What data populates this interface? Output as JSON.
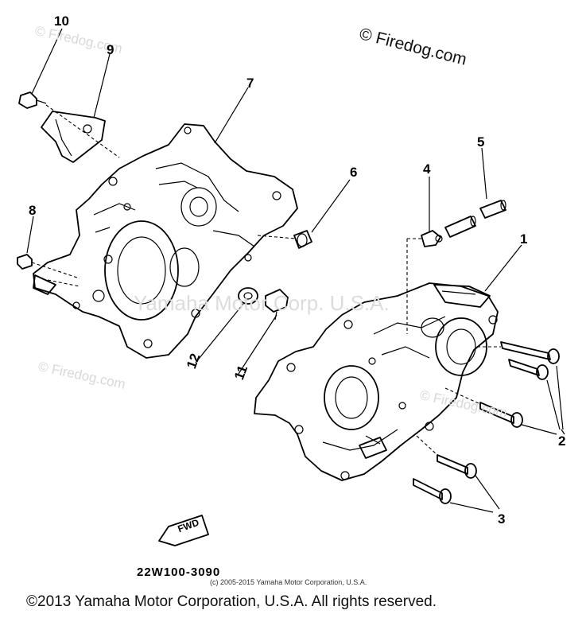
{
  "watermarks": {
    "firedog_main": "© Firedog.com",
    "firedog_faint_1": "© Firedog.com",
    "firedog_faint_2": "© Firedog.com",
    "firedog_faint_3": "© Firedog.com",
    "yamaha_center": "Yamaha Motor Corp. U.S.A."
  },
  "callouts": {
    "c1": "1",
    "c2": "2",
    "c3": "3",
    "c4": "4",
    "c5": "5",
    "c6": "6",
    "c7": "7",
    "c8": "8",
    "c9": "9",
    "c10": "10",
    "c11": "11",
    "c12": "12"
  },
  "fwd_label": "FWD",
  "diagram_number": "22W100-3090",
  "small_copyright": "(c) 2005-2015 Yamaha Motor Corporation, U.S.A.",
  "footer_copyright": "©2013 Yamaha Motor Corporation, U.S.A. All rights reserved."
}
